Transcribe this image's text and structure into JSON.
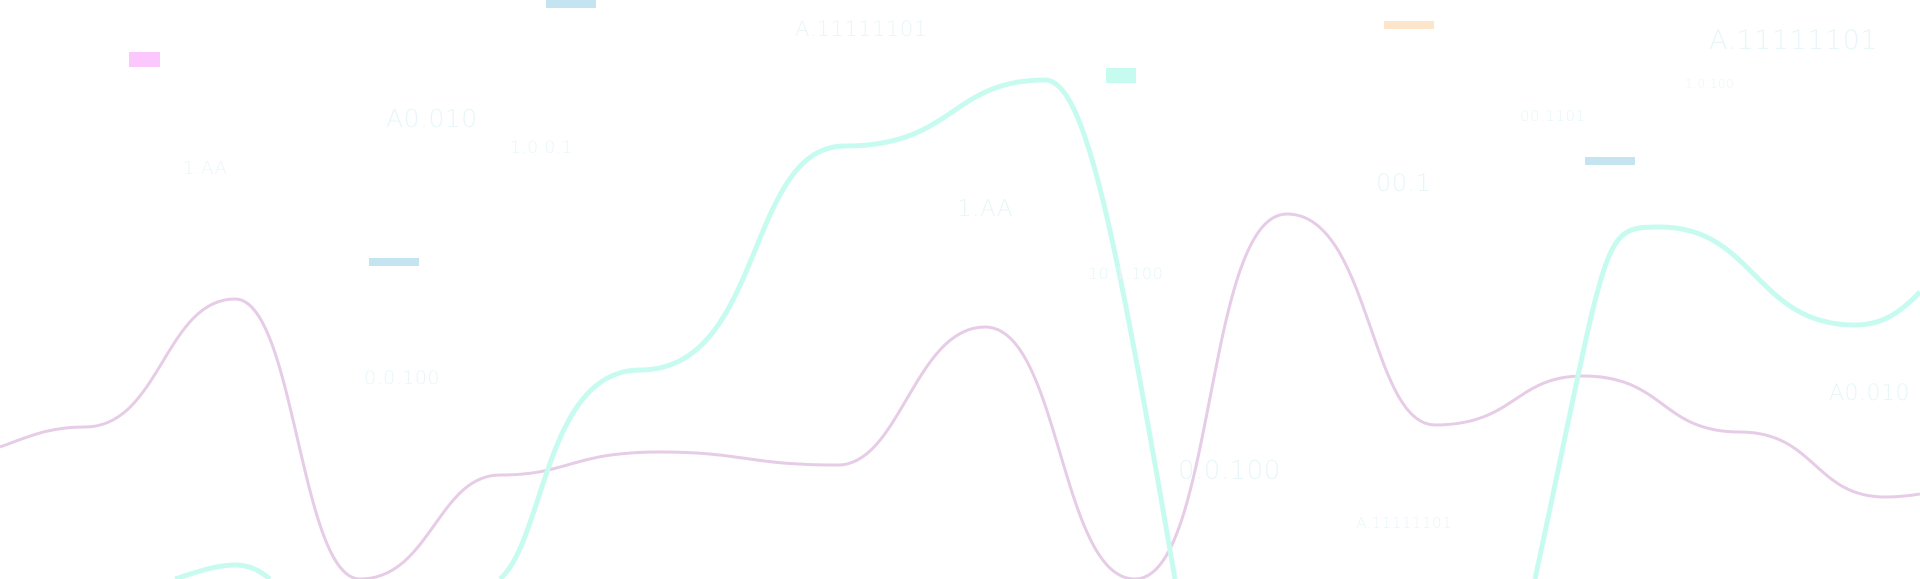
{
  "colors": {
    "background": "#ffffff",
    "mint_wave": "#c8fbf0",
    "lilac_wave": "#e6cce6",
    "label_text": "#e7f6f8",
    "marker_pink": "#fcc7fc",
    "marker_blue": "#c5e4f1",
    "marker_mint": "#c6fbf0",
    "marker_peach": "#fde5cc"
  },
  "decor": {
    "labels": [
      "A.11111101",
      "A0.010",
      "1.0.0.1",
      "1.AA",
      "1.AA",
      "10.1.100",
      "0.0.100",
      "00.1",
      "00.1101",
      "A.11111101",
      "1.0.100",
      "A0.010",
      "0.0.100",
      "A.11111101"
    ]
  }
}
